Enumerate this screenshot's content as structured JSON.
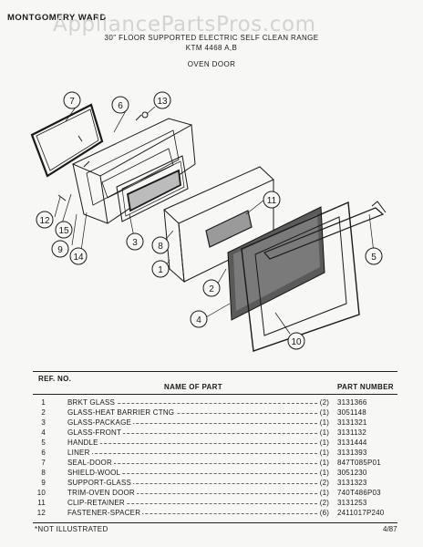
{
  "header": {
    "brand": "MONTGOMERY WARD",
    "watermark": "AppliancePartsPros.com",
    "subtitle_line1": "30\" FLOOR SUPPORTED ELECTRIC SELF CLEAN RANGE",
    "subtitle_line2": "KTM 4468 A,B",
    "section_title": "OVEN DOOR"
  },
  "diagram": {
    "callouts": [
      "7",
      "6",
      "13",
      "12",
      "15",
      "9",
      "14",
      "3",
      "8",
      "11",
      "1",
      "2",
      "5",
      "4",
      "10"
    ]
  },
  "table": {
    "col_ref": "REF. NO.",
    "col_name": "NAME OF PART",
    "col_part": "PART NUMBER",
    "rows": [
      {
        "ref": "1",
        "name": "BRKT GLASS",
        "qty": "(2)",
        "part": "3131366"
      },
      {
        "ref": "2",
        "name": "GLASS-HEAT BARRIER CTNG",
        "qty": "(1)",
        "part": "3051148"
      },
      {
        "ref": "3",
        "name": "GLASS-PACKAGE",
        "qty": "(1)",
        "part": "3131321"
      },
      {
        "ref": "4",
        "name": "GLASS-FRONT",
        "qty": "(1)",
        "part": "3131132"
      },
      {
        "ref": "5",
        "name": "HANDLE",
        "qty": "(1)",
        "part": "3131444"
      },
      {
        "ref": "6",
        "name": "LINER",
        "qty": "(1)",
        "part": "3131393"
      },
      {
        "ref": "7",
        "name": "SEAL-DOOR",
        "qty": "(1)",
        "part": "847T085P01"
      },
      {
        "ref": "8",
        "name": "SHIELD-WOOL",
        "qty": "(1)",
        "part": "3051230"
      },
      {
        "ref": "9",
        "name": "SUPPORT-GLASS",
        "qty": "(2)",
        "part": "3131323"
      },
      {
        "ref": "10",
        "name": "TRIM-OVEN DOOR",
        "qty": "(1)",
        "part": "740T486P03"
      },
      {
        "ref": "11",
        "name": "CLIP-RETAINER",
        "qty": "(2)",
        "part": "3131253"
      },
      {
        "ref": "12",
        "name": "FASTENER-SPACER",
        "qty": "(6)",
        "part": "2411017P240"
      }
    ],
    "note": "*NOT ILLUSTRATED",
    "date": "4/87"
  }
}
